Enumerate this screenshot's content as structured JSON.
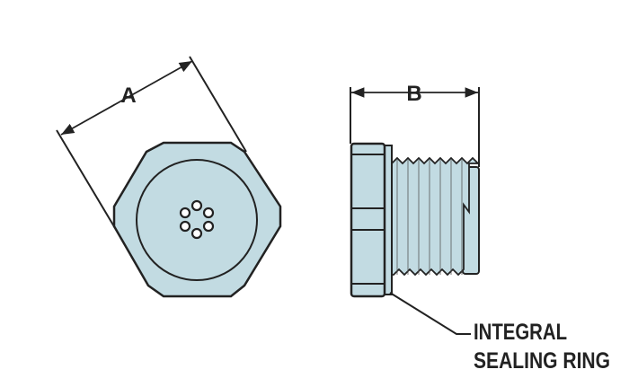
{
  "dimensions": {
    "a_label": "A",
    "b_label": "B"
  },
  "callout": {
    "line1": "INTEGRAL",
    "line2": "SEALING RING"
  },
  "colors": {
    "fill": "#c2dbe2",
    "stroke": "#222222"
  }
}
